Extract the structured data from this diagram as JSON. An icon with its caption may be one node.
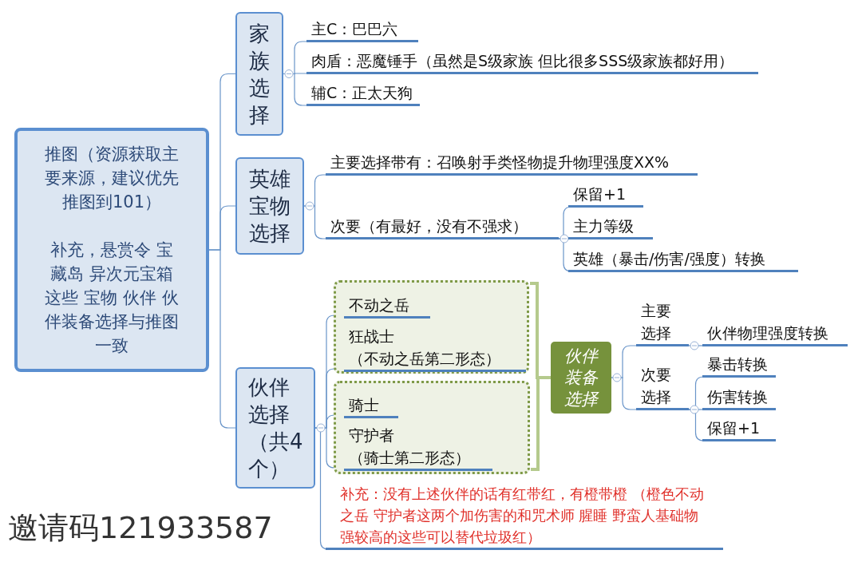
{
  "diagram": {
    "nodes": [
      {
        "text": [
          "推图（资源获取主要来源，建议优先推图到101）",
          "补充，悬赏令 宝藏岛 异次元宝箱这些 宝物 伙伴 伙伴装备选择与推图一致"
        ]
      },
      {
        "text": [
          "家族选择"
        ]
      },
      {
        "text": [
          "主C：巴巴六"
        ]
      },
      {
        "text": [
          "肉盾：恶魔锤手（虽然是S级家族 但比很多SSS级家族都好用）"
        ]
      },
      {
        "text": [
          "辅C：正太天狗"
        ]
      },
      {
        "text": [
          "英雄宝物选择"
        ]
      },
      {
        "text": [
          "主要选择带有：召唤射手类怪物提升物理强度XX%"
        ]
      },
      {
        "text": [
          "次要（有最好，没有不强求）"
        ]
      },
      {
        "text": [
          "保留+1"
        ]
      },
      {
        "text": [
          "主力等级"
        ]
      },
      {
        "text": [
          "英雄（暴击/伤害/强度）转换"
        ]
      },
      {
        "text": [
          "伙伴选择（共4个）"
        ]
      },
      {
        "text": [],
        "shape": "box"
      },
      {
        "text": [
          "不动之岳"
        ],
        "in": 12
      },
      {
        "text": [
          "狂战士（不动之岳第二形态）"
        ],
        "in": 12
      },
      {
        "text": [],
        "shape": "box"
      },
      {
        "text": [
          "骑士"
        ],
        "in": 15
      },
      {
        "text": [
          "守护者（骑士第二形态）"
        ],
        "in": 15
      },
      {
        "text": [
          "补充：没有上述伙伴的话有红带红，有橙带橙 （橙色不动之岳 守护者这两个加伤害的和咒术师 腥睡 野蛮人基础物强较高的这些可以替代垃圾红）"
        ]
      },
      {
        "text": [
          "伙伴装备选择"
        ]
      },
      {
        "text": [
          "主要选择"
        ]
      },
      {
        "text": [
          "伙伴物理强度转换"
        ]
      },
      {
        "text": [
          "次要选择"
        ]
      },
      {
        "text": [
          "暴击转换"
        ]
      },
      {
        "text": [
          "伤害转换"
        ]
      },
      {
        "text": [
          "保留+1"
        ]
      }
    ],
    "edges": [
      {
        "from": 0,
        "to": 1,
        "arrow": "none"
      },
      {
        "from": 0,
        "to": 5,
        "arrow": "none"
      },
      {
        "from": 0,
        "to": 11,
        "arrow": "none"
      },
      {
        "from": 1,
        "to": 2,
        "arrow": "none"
      },
      {
        "from": 1,
        "to": 3,
        "arrow": "none"
      },
      {
        "from": 1,
        "to": 4,
        "arrow": "none"
      },
      {
        "from": 5,
        "to": 6,
        "arrow": "none"
      },
      {
        "from": 5,
        "to": 7,
        "arrow": "none"
      },
      {
        "from": 7,
        "to": 8,
        "arrow": "none"
      },
      {
        "from": 7,
        "to": 9,
        "arrow": "none"
      },
      {
        "from": 7,
        "to": 10,
        "arrow": "none"
      },
      {
        "from": 11,
        "to": 13,
        "arrow": "none"
      },
      {
        "from": 11,
        "to": 14,
        "arrow": "none"
      },
      {
        "from": 11,
        "to": 16,
        "arrow": "none"
      },
      {
        "from": 11,
        "to": 17,
        "arrow": "none"
      },
      {
        "from": 11,
        "to": 18,
        "arrow": "none"
      },
      {
        "from": 12,
        "to": 19,
        "arrow": "none",
        "style": "thick",
        "color": "#b5ca8d"
      },
      {
        "from": 15,
        "to": 19,
        "arrow": "none",
        "style": "thick",
        "color": "#b5ca8d"
      },
      {
        "from": 19,
        "to": 20,
        "arrow": "none"
      },
      {
        "from": 19,
        "to": 22,
        "arrow": "none"
      },
      {
        "from": 20,
        "to": 21,
        "arrow": "none"
      },
      {
        "from": 22,
        "to": 23,
        "arrow": "none"
      },
      {
        "from": 22,
        "to": 24,
        "arrow": "none"
      },
      {
        "from": 22,
        "to": 25,
        "arrow": "none"
      }
    ],
    "labels": [
      "邀请码121933587"
    ]
  }
}
